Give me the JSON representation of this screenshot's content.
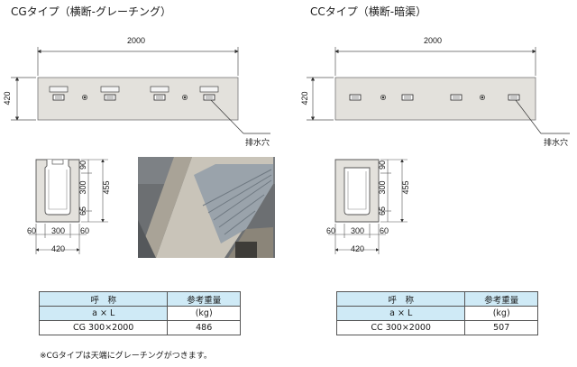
{
  "cg": {
    "title": "CGタイプ（横断-グレーチング）",
    "length": "2000",
    "height": "420",
    "drain_hole": "排水穴",
    "sec_90": "90",
    "sec_300": "300",
    "sec_65": "65",
    "sec_455": "455",
    "sec_60l": "60",
    "sec_300b": "300",
    "sec_60r": "60",
    "sec_420": "420",
    "table": {
      "h_name": "呼　称",
      "h_weight": "参考重量",
      "sub_name": "a × L",
      "sub_unit": "(kg)",
      "row_name": "CG 300×2000",
      "row_weight": "486"
    },
    "note": "※CGタイプは天端にグレーチングがつきます。"
  },
  "cc": {
    "title": "CCタイプ（横断-暗渠）",
    "length": "2000",
    "height": "420",
    "drain_hole": "排水穴",
    "sec_90": "90",
    "sec_300": "300",
    "sec_65": "65",
    "sec_455": "455",
    "sec_60l": "60",
    "sec_300b": "300",
    "sec_60r": "60",
    "sec_420": "420",
    "table": {
      "h_name": "呼　称",
      "h_weight": "参考重量",
      "sub_name": "a × L",
      "sub_unit": "(kg)",
      "row_name": "CC 300×2000",
      "row_weight": "507"
    }
  },
  "colors": {
    "concrete": "#e3e1dc",
    "table_header": "#cfeaf6"
  }
}
